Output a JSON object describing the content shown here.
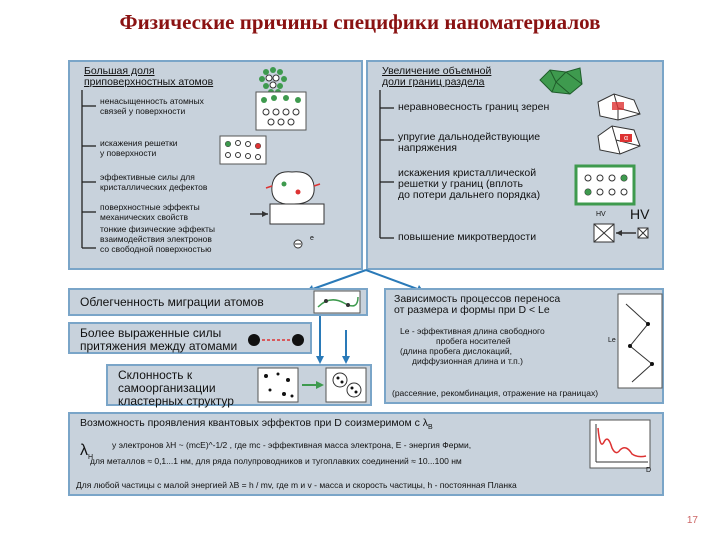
{
  "title": "Физические причины специфики наноматериалов",
  "left_panel": {
    "header": [
      "Большая доля",
      "приповерхностных атомов"
    ],
    "items": [
      [
        "ненасыщенность атомных",
        "связей у поверхности"
      ],
      [
        "искажения решетки",
        "у поверхности"
      ],
      [
        "эффективные силы для",
        "кристаллических дефектов"
      ],
      [
        "поверхностные эффекты",
        "механических свойств"
      ],
      [
        "тонкие физические эффекты",
        "взаимодействия электронов",
        "со свободной поверхностью"
      ]
    ],
    "electron_label": "e"
  },
  "right_panel": {
    "header": [
      "Увеличение объемной",
      "доли границ раздела"
    ],
    "items": [
      [
        "неравновесность границ зерен"
      ],
      [
        "упругие дальнодействующие",
        "напряжения"
      ],
      [
        "искажения кристаллической",
        "решетки у границ (вплоть",
        "до потери дальнего порядка)"
      ],
      [
        "повышение микротвердости"
      ]
    ],
    "hv_small": "HV",
    "hv_big": "HV",
    "grain_label": "α"
  },
  "mid": {
    "migration": "Облегченность миграции атомов",
    "attraction": [
      "Более выраженные силы",
      "притяжения между атомами"
    ],
    "selforg": [
      "Склонность к",
      "самоорганизации",
      "кластерных структур"
    ],
    "transfer": {
      "title": [
        "Зависимость процессов переноса",
        "от размера и формы   при  D < Le"
      ],
      "lines": [
        "Le - эффективная длина свободного",
        "пробега носителей",
        "(длина пробега дислокаций,",
        "диффузионная длина и т.п.)"
      ],
      "footnote": "(рассеяние, рекомбинация, отражение на границах)",
      "le_label": "Le"
    }
  },
  "quantum": {
    "title": "Возможность проявления квантовых эффектов   при  D  соизмеримом с  λ",
    "title_sub": "B",
    "line1": "у электронов     λH ~ (mcE)^-1/2  , где mc - эффективная масса электрона,  E  - энергия Ферми,",
    "line2": "для металлов    ≈ 0,1...1 нм,     для ряда полупроводников и тугоплавких соединений   ≈ 10...100 нм",
    "lambda_label": "λ",
    "lambda_sub": "H",
    "footer": "Для любой частицы с малой энергией λB = h / mv, где m и v - масса и скорость частицы, h - постоянная Планка",
    "axis_label": "D"
  },
  "page_number": "17",
  "colors": {
    "title": "#8a1212",
    "panel_bg": "#c8d2dc",
    "panel_border": "#7aa5c8",
    "arrow": "#2a7ab8"
  }
}
